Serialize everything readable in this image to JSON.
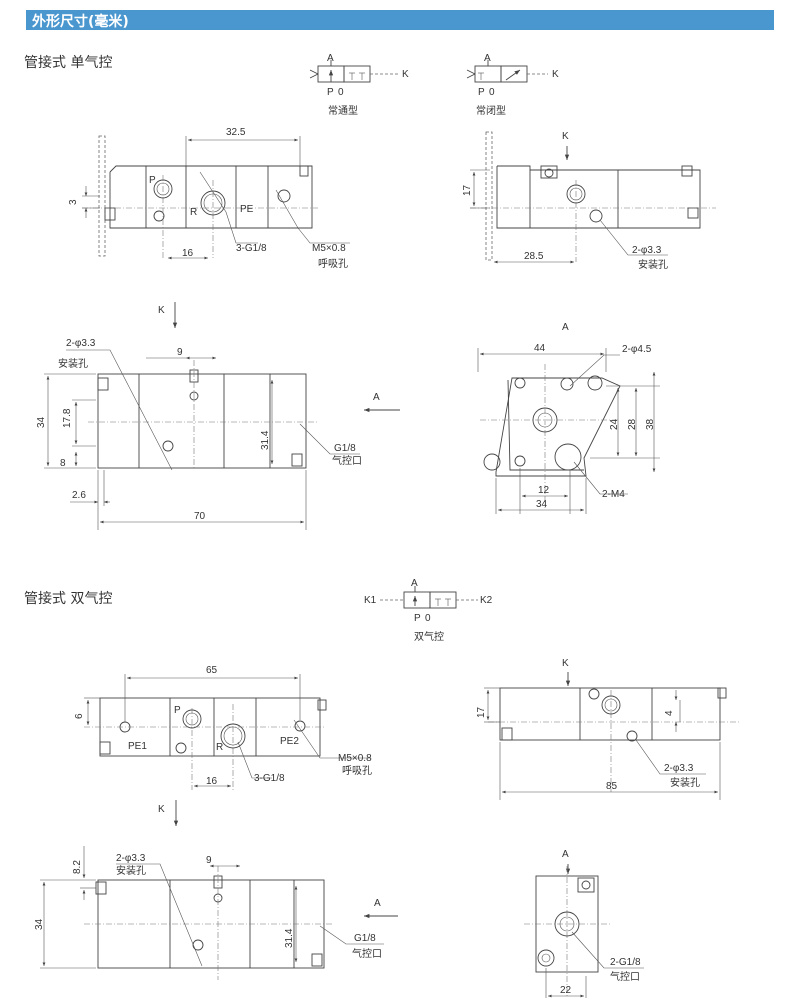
{
  "header": {
    "title": "外形尺寸(毫米)",
    "color": "#4a96cf"
  },
  "single": {
    "title": "管接式 单气控",
    "symbol_no": {
      "a": "A",
      "p": "P",
      "o": "0",
      "k": "K",
      "caption": "常通型"
    },
    "symbol_nc": {
      "a": "A",
      "p": "P",
      "o": "0",
      "k": "K",
      "caption": "常闭型"
    },
    "front": {
      "d_325": "32.5",
      "d_3": "3",
      "d_16": "16",
      "p": "P",
      "r": "R",
      "pe": "PE",
      "g18": "3-G1/8",
      "m5": "M5×0.8",
      "breath": "呼吸孔"
    },
    "side": {
      "k": "K",
      "d_17": "17",
      "d_285": "28.5",
      "hole": "2-φ3.3",
      "mount": "安装孔"
    },
    "top": {
      "k": "K",
      "hole": "2-φ3.3",
      "mount": "安装孔",
      "d_9": "9",
      "d_34": "34",
      "d_178": "17.8",
      "d_8": "8",
      "d_26": "2.6",
      "d_70": "70",
      "d_314": "31.4",
      "a": "A",
      "g18": "G1/8",
      "pilot": "气控口"
    },
    "end": {
      "a": "A",
      "d_44": "44",
      "hole45": "2-φ4.5",
      "d_24": "24",
      "d_28": "28",
      "d_38": "38",
      "d_12": "12",
      "d_34": "34",
      "m4": "2-M4"
    }
  },
  "double": {
    "title": "管接式 双气控",
    "symbol": {
      "a": "A",
      "p": "P",
      "o": "0",
      "k1": "K1",
      "k2": "K2",
      "caption": "双气控"
    },
    "front": {
      "d_65": "65",
      "d_6": "6",
      "p": "P",
      "r": "R",
      "pe1": "PE1",
      "pe2": "PE2",
      "d_16": "16",
      "g18": "3-G1/8",
      "m5": "M5×0.8",
      "breath": "呼吸孔"
    },
    "side": {
      "k": "K",
      "d_17": "17",
      "d_4": "4",
      "hole": "2-φ3.3",
      "mount": "安装孔",
      "d_85": "85"
    },
    "top": {
      "k": "K",
      "d_82": "8.2",
      "hole": "2-φ3.3",
      "mount": "安装孔",
      "d_9": "9",
      "d_34": "34",
      "d_314": "31.4",
      "a": "A",
      "g18": "G1/8",
      "pilot": "气控口"
    },
    "end": {
      "a": "A",
      "g18": "2-G1/8",
      "pilot": "气控口",
      "d_22": "22"
    }
  }
}
